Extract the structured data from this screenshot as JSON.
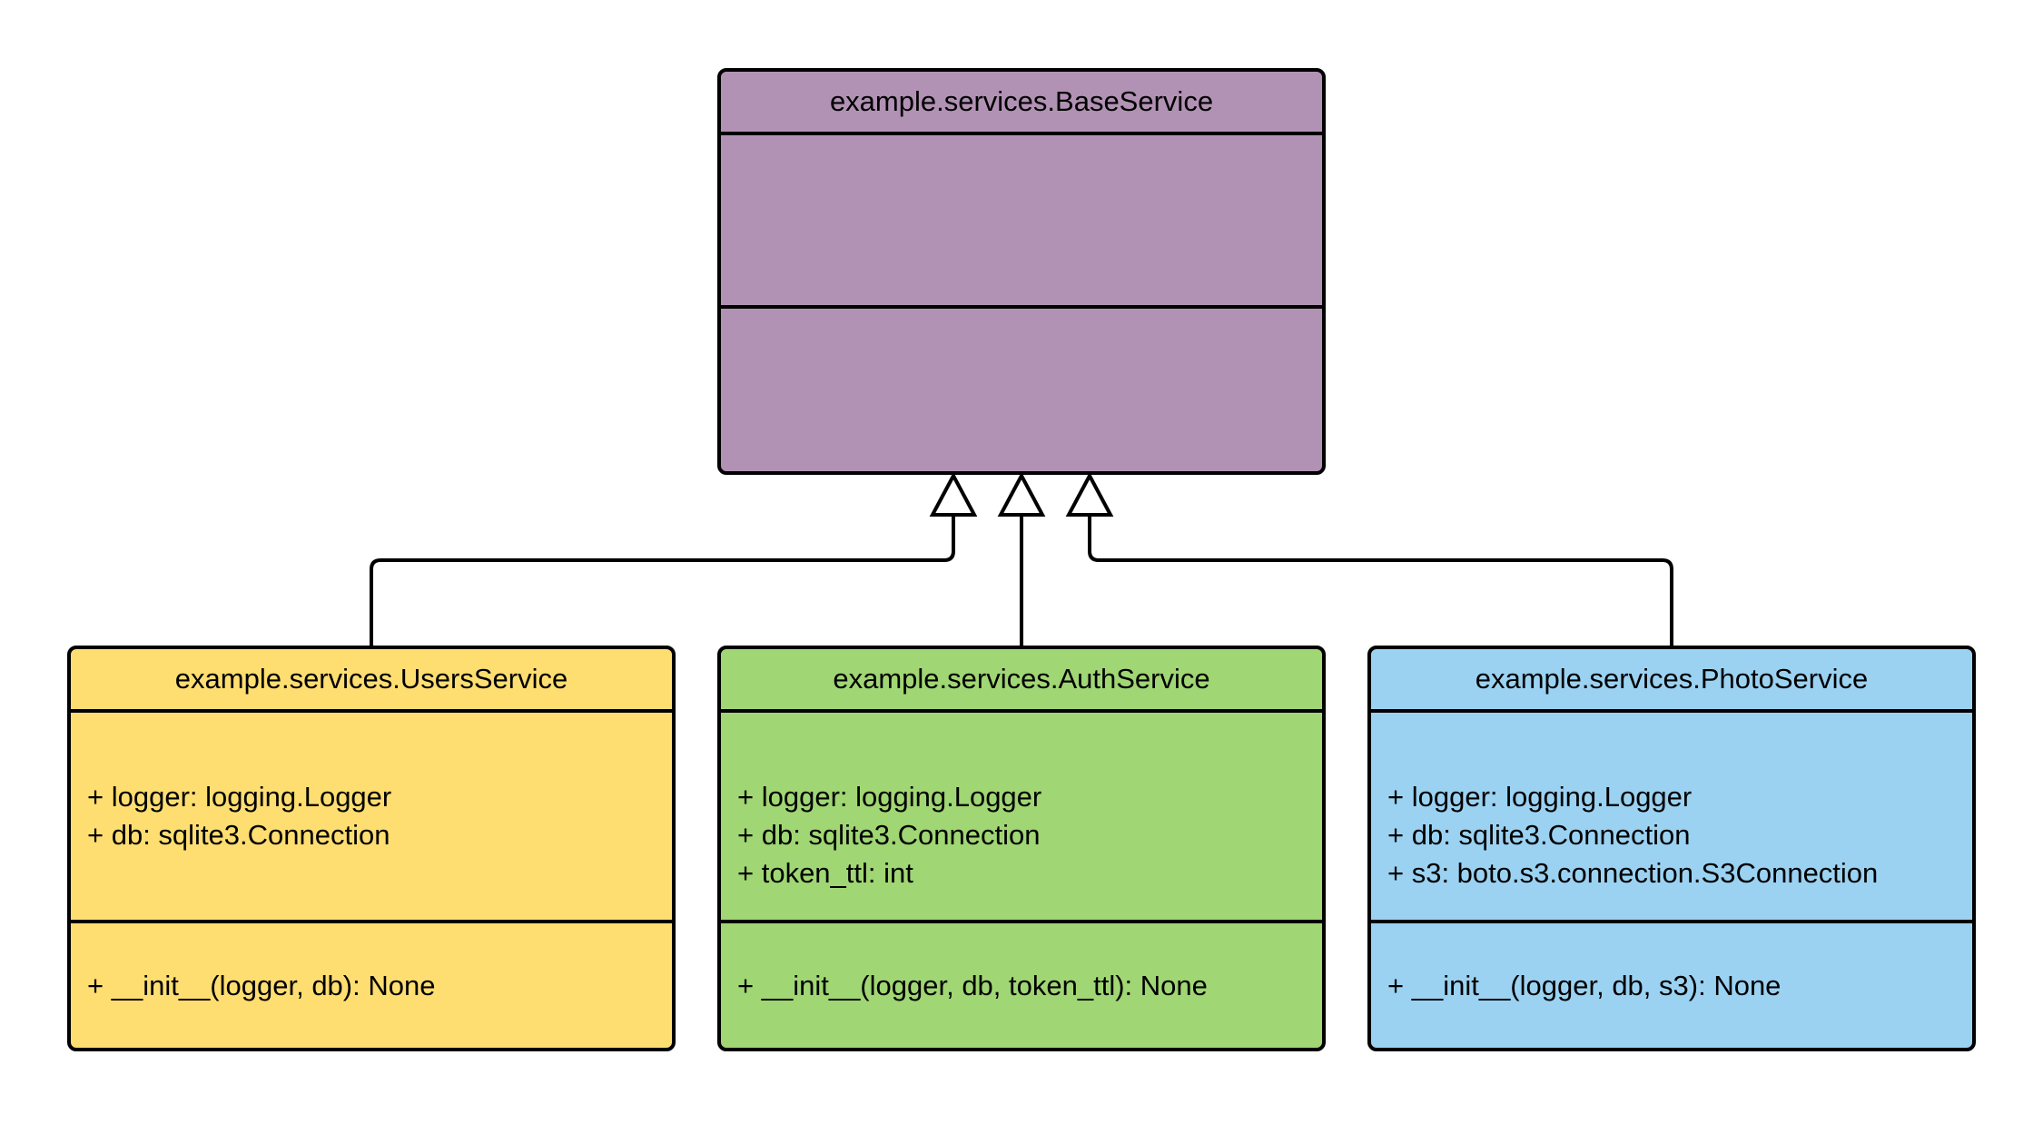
{
  "diagram": {
    "kind": "uml-class-diagram",
    "classes": [
      {
        "id": "base",
        "title": "example.services.BaseService",
        "fill": "#b192b4",
        "attributes": [],
        "methods": []
      },
      {
        "id": "users",
        "title": "example.services.UsersService",
        "fill": "#ffde71",
        "attributes": [
          "+ logger: logging.Logger",
          "+ db: sqlite3.Connection"
        ],
        "methods": [
          "+ __init__(logger, db): None"
        ]
      },
      {
        "id": "auth",
        "title": "example.services.AuthService",
        "fill": "#a0d673",
        "attributes": [
          "+ logger: logging.Logger",
          "+ db: sqlite3.Connection",
          "+ token_ttl: int"
        ],
        "methods": [
          "+ __init__(logger, db, token_ttl): None"
        ]
      },
      {
        "id": "photo",
        "title": "example.services.PhotoService",
        "fill": "#9bd2f2",
        "attributes": [
          "+ logger: logging.Logger",
          "+ db: sqlite3.Connection",
          "+ s3: boto.s3.connection.S3Connection"
        ],
        "methods": [
          "+ __init__(logger, db, s3): None"
        ]
      }
    ],
    "relations": [
      {
        "type": "inheritance",
        "from": "example.services.UsersService",
        "to": "example.services.BaseService"
      },
      {
        "type": "inheritance",
        "from": "example.services.AuthService",
        "to": "example.services.BaseService"
      },
      {
        "type": "inheritance",
        "from": "example.services.PhotoService",
        "to": "example.services.BaseService"
      }
    ],
    "colors": {
      "background": "#ffffff",
      "line": "#000000",
      "border": "#000000",
      "arrowhead_fill": "#ffffff",
      "text": "#000000"
    }
  }
}
